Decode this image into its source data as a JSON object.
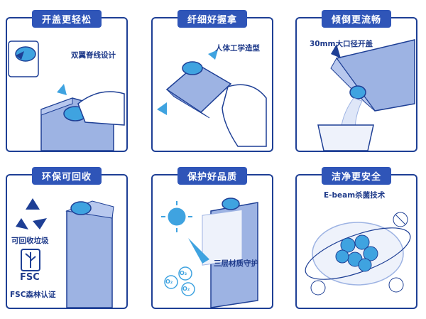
{
  "panels": [
    {
      "title": "开盖更轻松",
      "labels": [
        "双翼脊线设计"
      ]
    },
    {
      "title": "纤细好握拿",
      "labels": [
        "人体工学造型"
      ]
    },
    {
      "title": "倾倒更流畅",
      "labels": [
        "30mm大口径开盖"
      ]
    },
    {
      "title": "环保可回收",
      "labels": [
        "可回收垃圾",
        "FSC",
        "FSC森林认证"
      ]
    },
    {
      "title": "保护好品质",
      "labels": [
        "三层材质守护",
        "O₂",
        "O₂",
        "O₂"
      ]
    },
    {
      "title": "洁净更安全",
      "labels": [
        "E-beam杀菌技术"
      ]
    }
  ],
  "colors": {
    "accent": "#2f55b8",
    "border": "#1e3f95",
    "carton": "#8ea8dc",
    "cap": "#3fa3e0"
  }
}
